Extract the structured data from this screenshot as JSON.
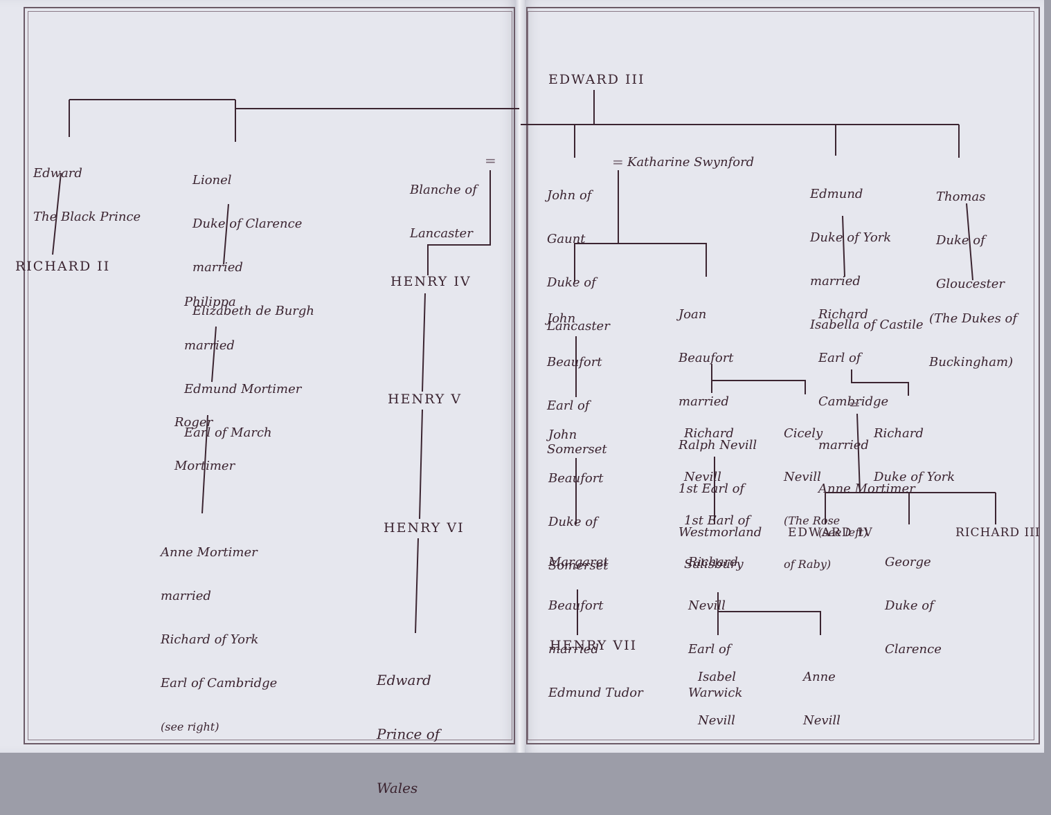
{
  "title": "EDWARD III",
  "people": {
    "black_prince": [
      "Edward",
      "The Black Prince"
    ],
    "richard_ii": "RICHARD II",
    "lionel": [
      "Lionel",
      "Duke of Clarence",
      "married",
      "Elizabeth de Burgh"
    ],
    "philippa": [
      "Philippa",
      "married",
      "Edmund Mortimer",
      "Earl of March"
    ],
    "roger": [
      "Roger",
      "Mortimer"
    ],
    "anne_mortimer": [
      "Anne Mortimer",
      "married",
      "Richard of York",
      "Earl of Cambridge"
    ],
    "anne_mortimer_note": "(see right)",
    "blanche": [
      "Blanche of",
      "Lancaster"
    ],
    "henry_iv": "HENRY IV",
    "henry_v": "HENRY V",
    "henry_vi": "HENRY VI",
    "edward_prince": [
      "Edward",
      "Prince of",
      "Wales"
    ],
    "john_gaunt": [
      "John of",
      "Gaunt",
      "Duke of",
      "Lancaster"
    ],
    "katharine": "Katharine Swynford",
    "edmund": [
      "Edmund",
      "Duke of York",
      "married",
      "Isabella of Castile"
    ],
    "thomas": [
      "Thomas",
      "Duke of",
      "Gloucester"
    ],
    "john_beaufort_somerset": [
      "John",
      "Beaufort",
      "Earl of",
      "Somerset"
    ],
    "joan_beaufort": [
      "Joan",
      "Beaufort",
      "married",
      "Ralph Nevill",
      "1st Earl of",
      "Westmorland"
    ],
    "richard_cambridge": [
      "Richard",
      "Earl of",
      "Cambridge",
      "married",
      "Anne Mortimer"
    ],
    "richard_cambridge_note": "(see left)",
    "dukes_buckingham": [
      "(The Dukes of",
      "Buckingham)"
    ],
    "john_beaufort_duke": [
      "John",
      "Beaufort",
      "Duke of",
      "Somerset"
    ],
    "richard_nevill_salisbury": [
      "Richard",
      "Nevill",
      "1st Earl of",
      "Salisbury"
    ],
    "cicely": [
      "Cicely",
      "Nevill"
    ],
    "cicely_note": [
      "(The Rose",
      "of Raby)"
    ],
    "richard_duke_york": [
      "Richard",
      "Duke of York"
    ],
    "margaret_beaufort": [
      "Margaret",
      "Beaufort",
      "married",
      "Edmund Tudor"
    ],
    "richard_nevill_warwick": [
      "Richard",
      "Nevill",
      "Earl of",
      "Warwick"
    ],
    "edward_iv": "EDWARD IV",
    "george": [
      "George",
      "Duke of",
      "Clarence"
    ],
    "richard_iii": "RICHARD III",
    "henry_vii": "HENRY VII",
    "isabel": [
      "Isabel",
      "Nevill"
    ],
    "anne_nevill": [
      "Anne",
      "Nevill"
    ]
  },
  "marriage_symbol": "=",
  "colors": {
    "ink": "#3b2430",
    "paper": "#e6e7ee",
    "frame": "#6b5a66"
  }
}
